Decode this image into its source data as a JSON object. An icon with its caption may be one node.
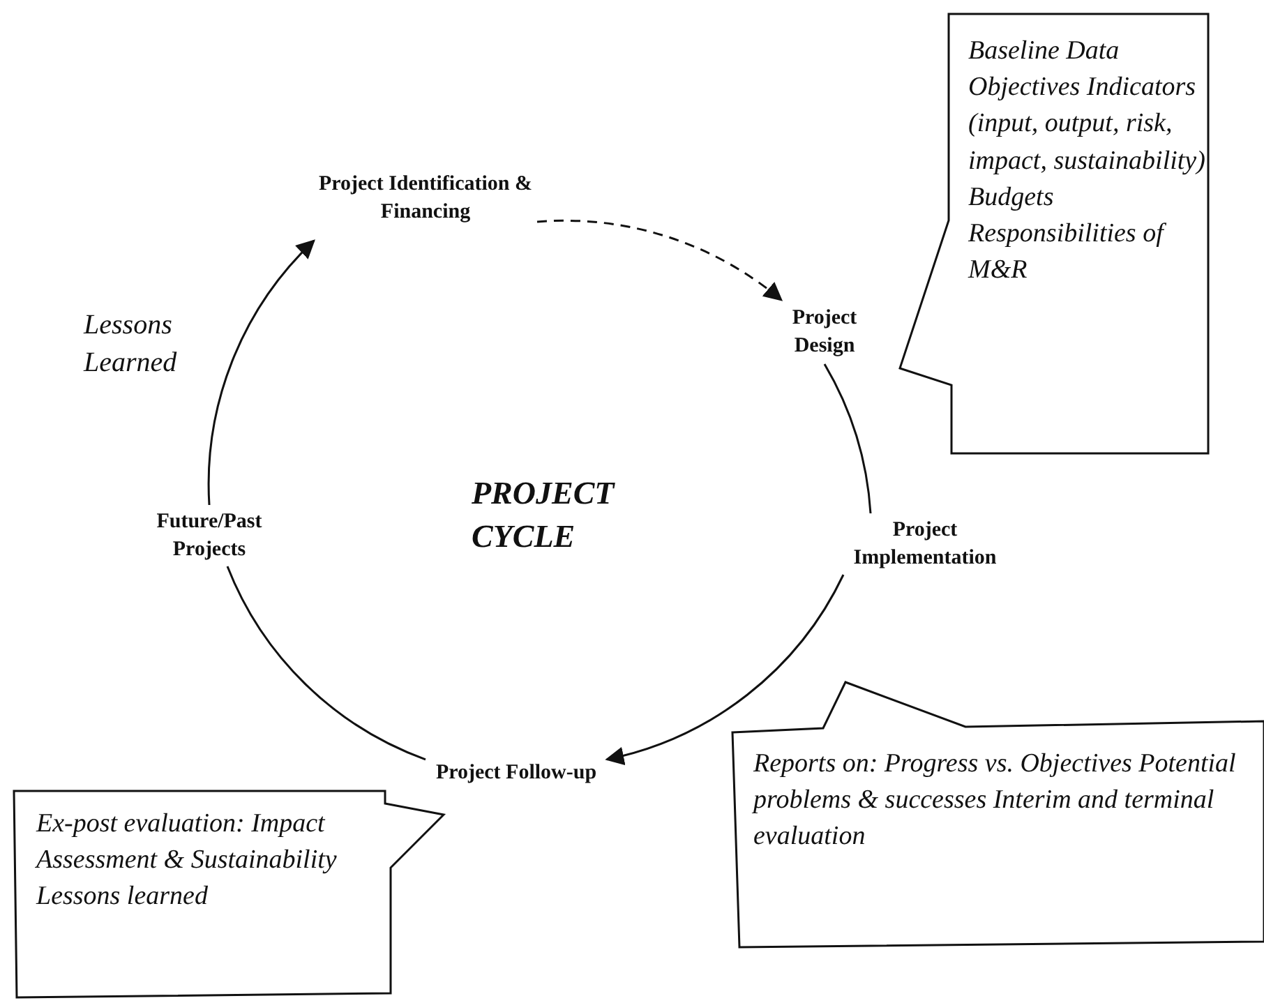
{
  "diagram": {
    "nodes": [
      {
        "text": [
          "Project Identification & Financing"
        ]
      },
      {
        "text": [
          "Project Design"
        ]
      },
      {
        "text": [
          "Project Implementation"
        ]
      },
      {
        "text": [
          "Project Follow-up"
        ]
      },
      {
        "text": [
          "Future/Past Projects"
        ]
      },
      {
        "text": [
          "Baseline Data Objectives Indicators (input, output, risk, impact, sustainability) Budgets Responsibilities of M&R"
        ]
      },
      {
        "text": [
          "Reports on: Progress vs. Objectives Potential problems & successes Interim and terminal evaluation"
        ]
      },
      {
        "text": [
          "Ex-post evaluation: Impact Assessment & Sustainability Lessons learned"
        ]
      }
    ],
    "edges": [
      {
        "from": 0,
        "to": 1,
        "arrow": "to",
        "style": "dashed"
      },
      {
        "from": 1,
        "to": 2,
        "arrow": "none"
      },
      {
        "from": 2,
        "to": 3,
        "arrow": "to"
      },
      {
        "from": 3,
        "to": 4,
        "arrow": "none"
      },
      {
        "from": 4,
        "to": 0,
        "arrow": "to"
      }
    ],
    "labels": [
      "Lessons Learned",
      "PROJECT CYCLE"
    ]
  }
}
